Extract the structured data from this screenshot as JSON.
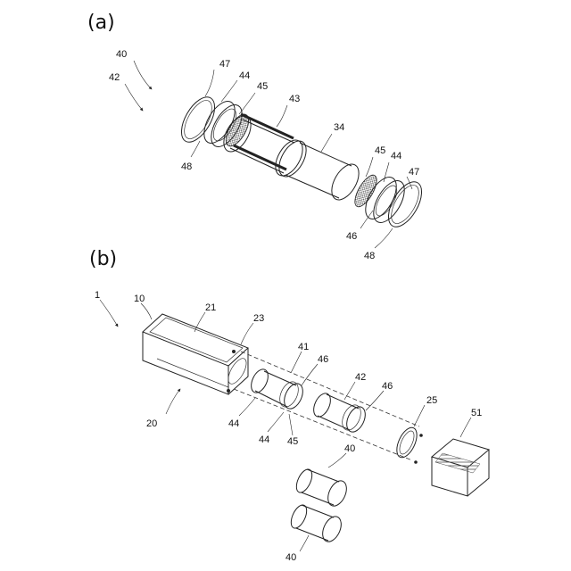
{
  "panels": {
    "a": "(a)",
    "b": "(b)"
  },
  "labels_a": {
    "n40": "40",
    "n42": "42",
    "n47_left": "47",
    "n44_left": "44",
    "n45_left": "45",
    "n43": "43",
    "n48_left": "48",
    "n34": "34",
    "n45_right": "45",
    "n44_right": "44",
    "n47_right": "47",
    "n46": "46",
    "n48_right": "48"
  },
  "labels_b": {
    "n1": "1",
    "n10": "10",
    "n21": "21",
    "n23": "23",
    "n41": "41",
    "n46_a": "46",
    "n42": "42",
    "n46_b": "46",
    "n25": "25",
    "n51": "51",
    "n20": "20",
    "n44_a": "44",
    "n44_b": "44",
    "n45": "45",
    "n40_top": "40",
    "n40_bottom": "40"
  }
}
